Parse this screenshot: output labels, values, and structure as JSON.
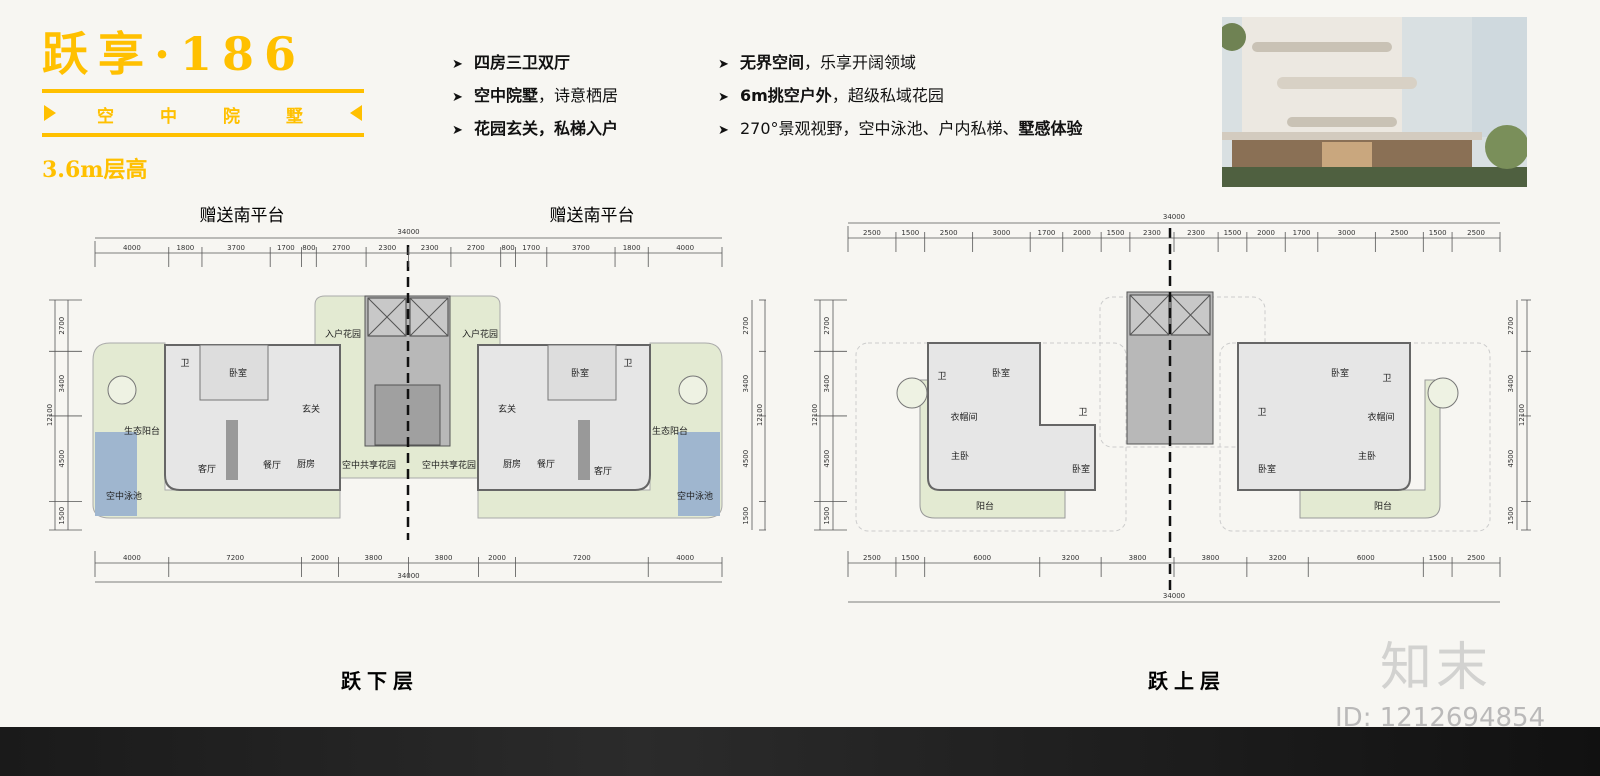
{
  "header": {
    "title": "跃享·186",
    "subtitle": "空中院墅",
    "floor_height": "3.6m层高"
  },
  "features": {
    "col1": [
      {
        "bold": "四房三卫双厅",
        "rest": ""
      },
      {
        "bold": "空中院墅",
        "rest": "，诗意栖居"
      },
      {
        "bold": "花园玄关，私梯入户",
        "rest": ""
      }
    ],
    "col2": [
      {
        "pre": "",
        "bold": "无界空间",
        "rest": "，乐享开阔领域"
      },
      {
        "pre": "",
        "bold": "6m挑空户外",
        "rest": "，超级私域花园"
      },
      {
        "pre": "270°景观视野，空中泳池、户内私梯、",
        "bold": "墅感体验",
        "rest": ""
      }
    ]
  },
  "lower_plan": {
    "label": "跃下层",
    "terrace_labels": [
      "赠送南平台",
      "赠送南平台"
    ],
    "top_total": "34000",
    "top_dims": [
      "4000",
      "1800",
      "3700",
      "1700",
      "800",
      "2700",
      "2300",
      "2300",
      "2700",
      "800",
      "1700",
      "3700",
      "1800",
      "4000"
    ],
    "bottom_total": "34000",
    "bottom_dims": [
      "4000",
      "7200",
      "2000",
      "3800",
      "3800",
      "2000",
      "7200",
      "4000"
    ],
    "side_total": "12100",
    "side_dims": [
      "2700",
      "3400",
      "4500",
      "1500"
    ],
    "rooms": {
      "bath_l": "卫",
      "bedroom_l": "卧室",
      "foyer_l": "玄关",
      "living_l": "客厅",
      "dining_l": "餐厅",
      "kitchen_l": "厨房",
      "eco_balcony_l": "生态阳台",
      "pool_l": "空中泳池",
      "entry_garden_l": "入户花园",
      "shared_garden_l": "空中共享花园",
      "bath_r": "卫",
      "bedroom_r": "卧室",
      "foyer_r": "玄关",
      "living_r": "客厅",
      "dining_r": "餐厅",
      "kitchen_r": "厨房",
      "eco_balcony_r": "生态阳台",
      "pool_r": "空中泳池",
      "entry_garden_r": "入户花园",
      "shared_garden_r": "空中共享花园"
    }
  },
  "upper_plan": {
    "label": "跃上层",
    "top_total": "34000",
    "top_dims": [
      "2500",
      "1500",
      "2500",
      "3000",
      "1700",
      "2000",
      "1500",
      "2300",
      "2300",
      "1500",
      "2000",
      "1700",
      "3000",
      "2500",
      "1500",
      "2500"
    ],
    "bottom_total": "34000",
    "bottom_dims": [
      "2500",
      "1500",
      "6000",
      "3200",
      "3800",
      "3800",
      "3200",
      "6000",
      "1500",
      "2500"
    ],
    "side_total": "12100",
    "side_dims": [
      "2700",
      "3400",
      "4500",
      "1500"
    ],
    "rooms": {
      "bath_l": "卫",
      "bedroom_l": "卧室",
      "closet_l": "衣帽间",
      "bath2_l": "卫",
      "master_l": "主卧",
      "bedroom2_l": "卧室",
      "balcony_l": "阳台",
      "bath_r": "卫",
      "bedroom_r": "卧室",
      "closet_r": "衣帽间",
      "bath2_r": "卫",
      "master_r": "主卧",
      "bedroom2_r": "卧室",
      "balcony_r": "阳台"
    }
  },
  "watermark": {
    "logo": "知末",
    "id": "ID: 1212694854"
  },
  "colors": {
    "accent": "#FFC000",
    "garden": "#e3ead2",
    "interior": "#e6e6e6",
    "pool": "#9fb6cf",
    "core": "#9a9a9a"
  }
}
